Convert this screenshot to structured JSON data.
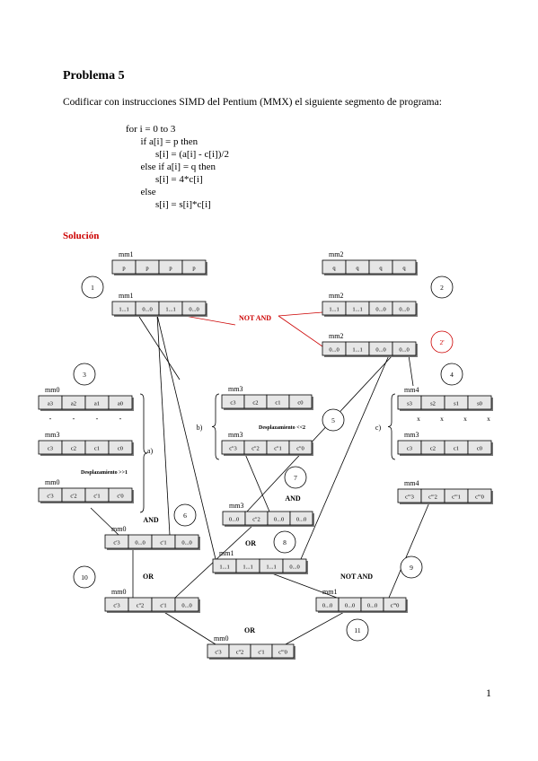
{
  "title": "Problema 5",
  "statement": "Codificar con instrucciones SIMD del Pentium (MMX) el siguiente segmento de programa:",
  "code": [
    "for i = 0 to 3",
    "      if a[i] = p then",
    "            s[i] = (a[i] - c[i])/2",
    "      else if a[i] = q then",
    "            s[i] = 4*c[i]",
    "      else",
    "            s[i] = s[i]*c[i]"
  ],
  "solution_label": "Solución",
  "page_number": "1",
  "diagram": {
    "step_numbers": [
      "1",
      "2",
      "2'",
      "3",
      "4",
      "5",
      "6",
      "7",
      "8",
      "9",
      "10",
      "11"
    ],
    "ops": {
      "not_and": "NOT AND",
      "and": "AND",
      "or": "OR",
      "shift_left": "Desplazamiento <<2",
      "shift_right": "Desplazamiento >>1"
    },
    "brace_labels": [
      "a)",
      "b)",
      "c)"
    ],
    "minus_sign": "-",
    "times_sign": "x",
    "registers": [
      {
        "name": "mm1",
        "cells": [
          "p",
          "p",
          "p",
          "p"
        ]
      },
      {
        "name": "mm2",
        "cells": [
          "q",
          "q",
          "q",
          "q"
        ]
      },
      {
        "name": "mm1",
        "cells": [
          "1...1",
          "0...0",
          "1...1",
          "0...0"
        ]
      },
      {
        "name": "mm2",
        "cells": [
          "1...1",
          "1...1",
          "0...0",
          "0...0"
        ]
      },
      {
        "name": "mm2",
        "cells": [
          "0...0",
          "1...1",
          "0...0",
          "0...0"
        ]
      },
      {
        "name": "mm0",
        "cells": [
          "a3",
          "a2",
          "a1",
          "a0"
        ]
      },
      {
        "name": "mm3",
        "cells": [
          "c3",
          "c2",
          "c1",
          "c0"
        ]
      },
      {
        "name": "mm0",
        "cells": [
          "c'3",
          "c'2",
          "c'1",
          "c'0"
        ]
      },
      {
        "name": "mm3",
        "cells": [
          "c3",
          "c2",
          "c1",
          "c0"
        ]
      },
      {
        "name": "mm3",
        "cells": [
          "c''3",
          "c''2",
          "c''1",
          "c''0"
        ]
      },
      {
        "name": "mm4",
        "cells": [
          "s3",
          "s2",
          "s1",
          "s0"
        ]
      },
      {
        "name": "mm3",
        "cells": [
          "c3",
          "c2",
          "c1",
          "c0"
        ]
      },
      {
        "name": "mm4",
        "cells": [
          "c'''3",
          "c'''2",
          "c'''1",
          "c'''0"
        ]
      },
      {
        "name": "mm3",
        "cells": [
          "0...0",
          "c''2",
          "0...0",
          "0...0"
        ]
      },
      {
        "name": "mm0",
        "cells": [
          "c'3",
          "0...0",
          "c'1",
          "0...0"
        ]
      },
      {
        "name": "mm1",
        "cells": [
          "1...1",
          "1...1",
          "1...1",
          "0...0"
        ]
      },
      {
        "name": "mm0",
        "cells": [
          "c'3",
          "c''2",
          "c'1",
          "0...0"
        ]
      },
      {
        "name": "mm1",
        "cells": [
          "0...0",
          "0...0",
          "0...0",
          "c'''0"
        ]
      },
      {
        "name": "mm0",
        "cells": [
          "c'3",
          "c''2",
          "c'1",
          "c'''0"
        ]
      }
    ],
    "colors": {
      "accent": "#cc0000",
      "cell_fill": "#e6e6e6",
      "ink": "#000000"
    }
  }
}
